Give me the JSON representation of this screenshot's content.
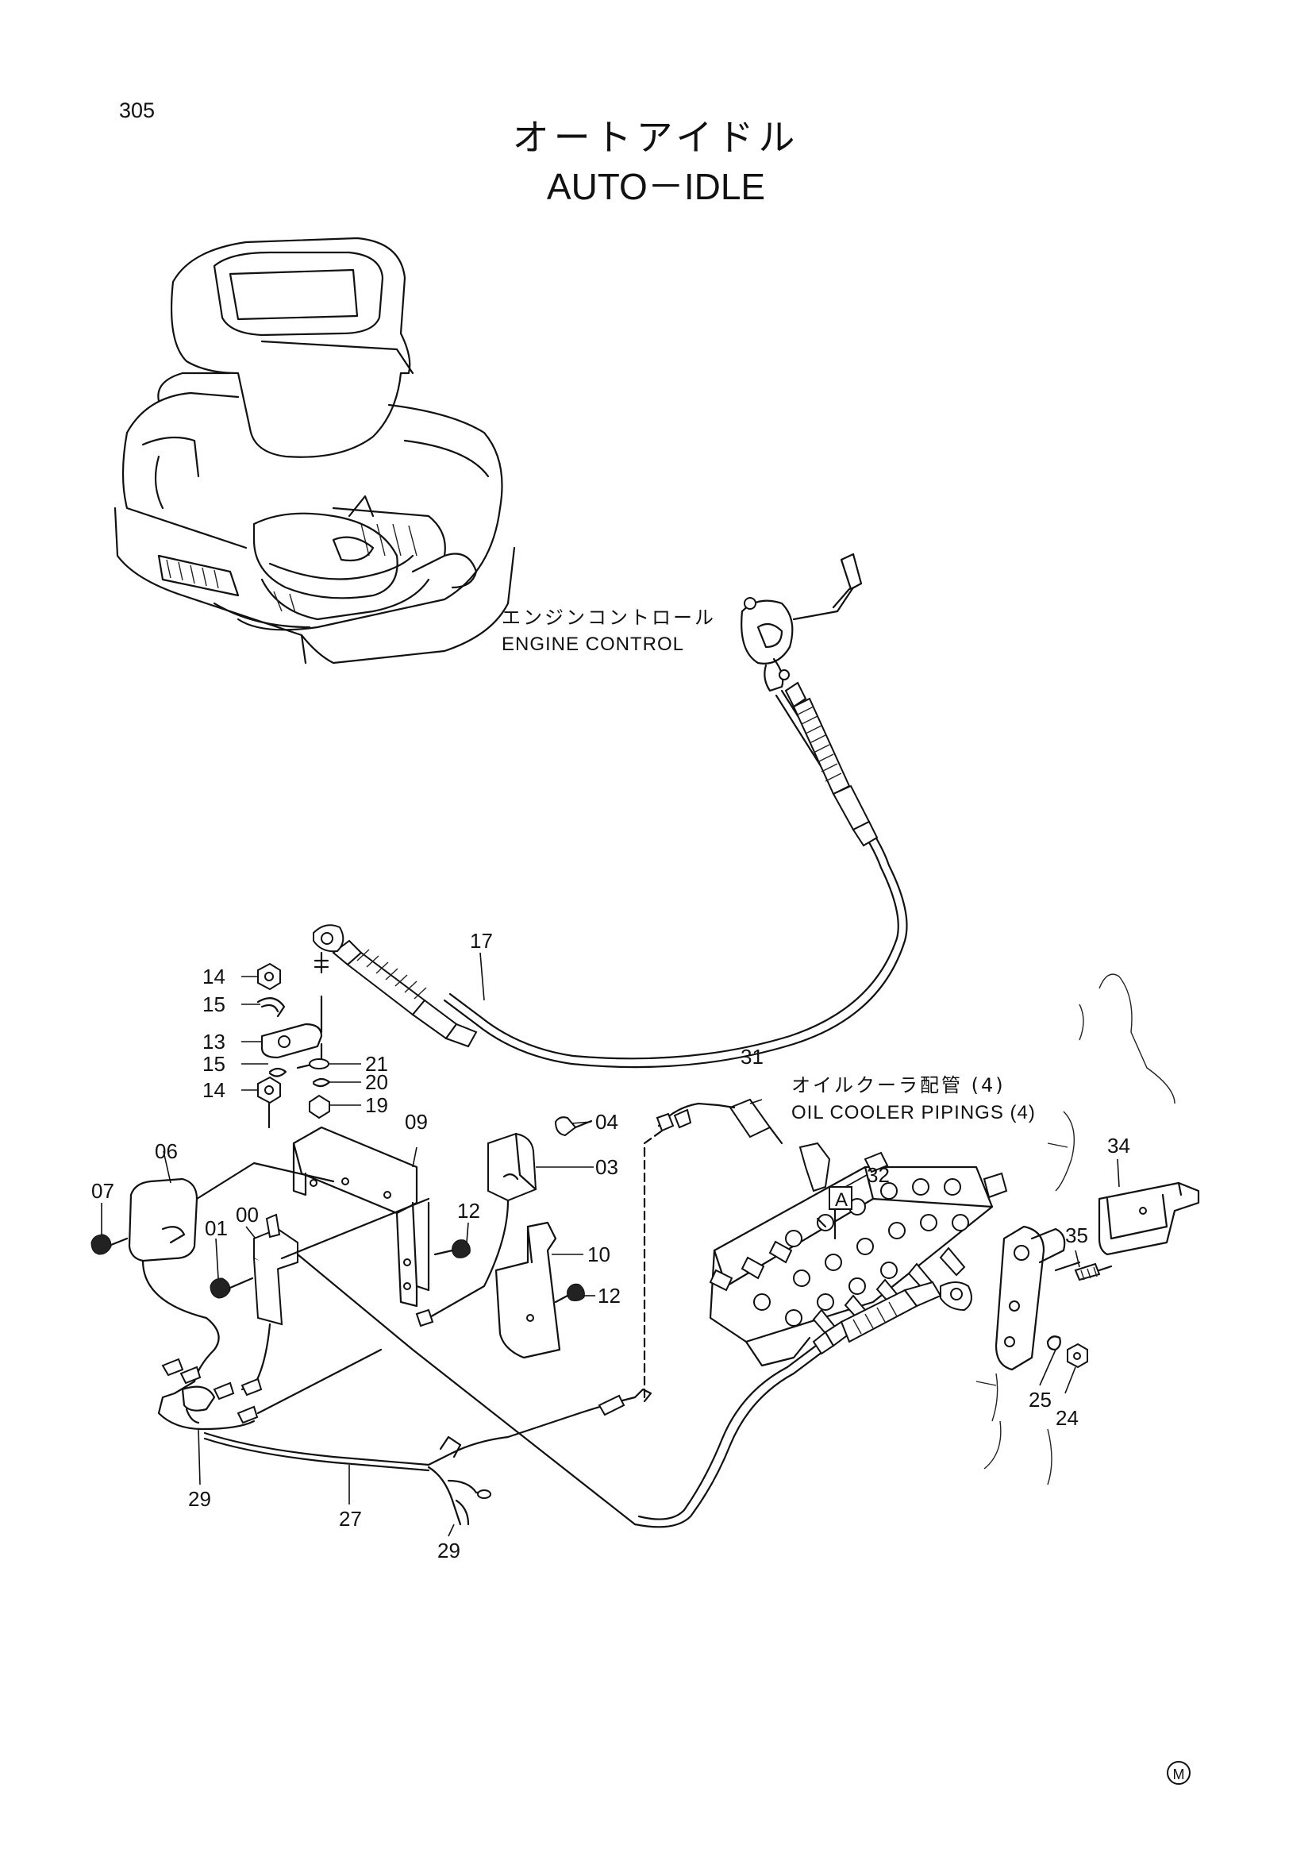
{
  "page_number": "305",
  "title": {
    "japanese": "オートアイドル",
    "english": "AUTO－IDLE"
  },
  "callouts": {
    "engine_control": {
      "japanese": "エンジンコントロール",
      "english": "ENGINE CONTROL"
    },
    "oil_cooler": {
      "japanese": "オイルクーラ配管 (4)",
      "english": "OIL COOLER PIPINGS (4)"
    }
  },
  "detail_marker": "A",
  "part_numbers": {
    "p00": "00",
    "p01": "01",
    "p03": "03",
    "p04": "04",
    "p06": "06",
    "p07": "07",
    "p09": "09",
    "p10": "10",
    "p12a": "12",
    "p12b": "12",
    "p13": "13",
    "p14a": "14",
    "p14b": "14",
    "p15a": "15",
    "p15b": "15",
    "p17": "17",
    "p19": "19",
    "p20": "20",
    "p21": "21",
    "p24": "24",
    "p25": "25",
    "p27": "27",
    "p29a": "29",
    "p29b": "29",
    "p31": "31",
    "p32": "32",
    "p34": "34",
    "p35": "35"
  },
  "maker_mark": "M"
}
